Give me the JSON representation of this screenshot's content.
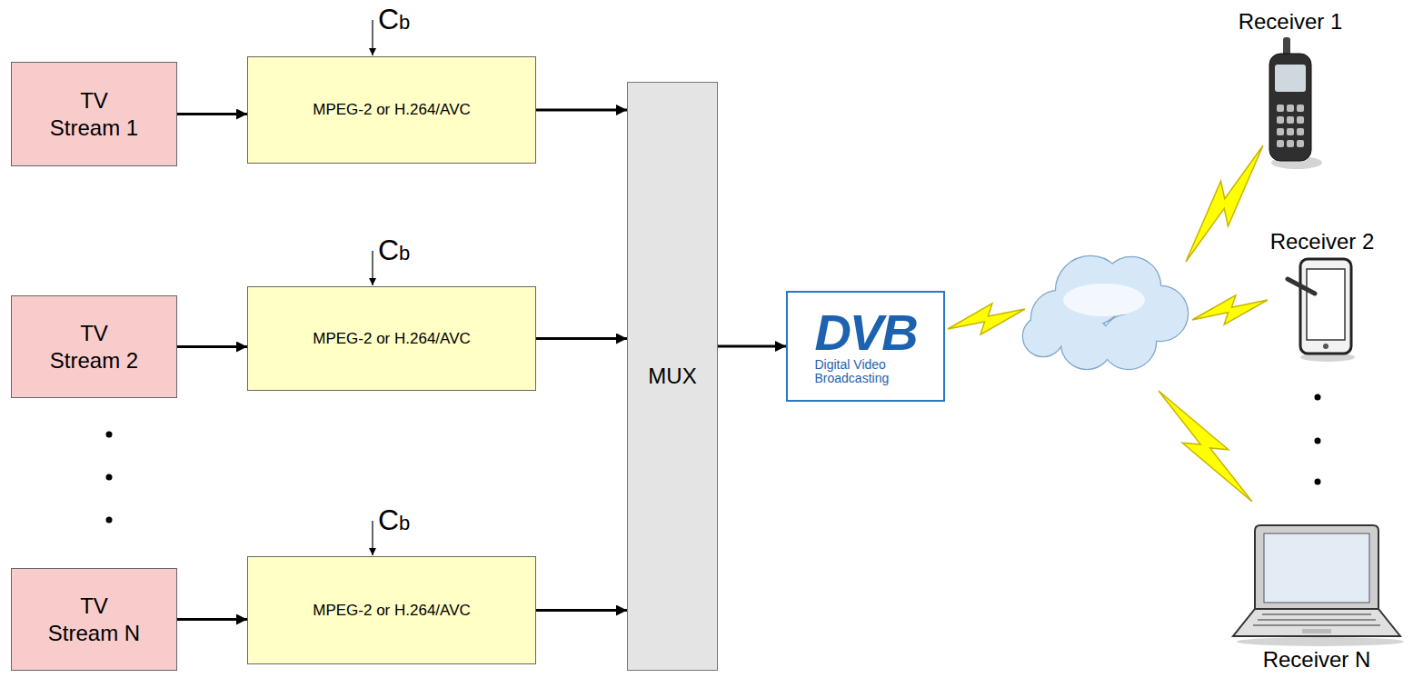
{
  "diagram": {
    "nodes": [
      {
        "text": [
          "TV Stream 1"
        ]
      },
      {
        "text": [
          "MPEG-2 or H.264/AVC"
        ]
      },
      {
        "text": [
          "TV Stream 2"
        ]
      },
      {
        "text": [
          "MPEG-2 or H.264/AVC"
        ]
      },
      {
        "text": [
          "TV Stream N"
        ]
      },
      {
        "text": [
          "MPEG-2 or H.264/AVC"
        ]
      },
      {
        "text": [
          "MUX"
        ]
      },
      {
        "text": [
          "DVB",
          "Digital Video Broadcasting"
        ]
      },
      {
        "text": [
          "Receiver 1"
        ]
      },
      {
        "text": [
          "Receiver 2"
        ]
      },
      {
        "text": [
          "Receiver N"
        ]
      }
    ],
    "edges": [
      {
        "from": 0,
        "to": 1,
        "arrow": "to"
      },
      {
        "from": 2,
        "to": 3,
        "arrow": "to"
      },
      {
        "from": 4,
        "to": 5,
        "arrow": "to"
      },
      {
        "from": 1,
        "to": 6,
        "arrow": "to"
      },
      {
        "from": 3,
        "to": 6,
        "arrow": "to"
      },
      {
        "from": 5,
        "to": 6,
        "arrow": "to"
      },
      {
        "from": 6,
        "to": 7,
        "arrow": "to"
      }
    ],
    "labels": [
      "Cb",
      "Cb",
      "Cb"
    ]
  }
}
